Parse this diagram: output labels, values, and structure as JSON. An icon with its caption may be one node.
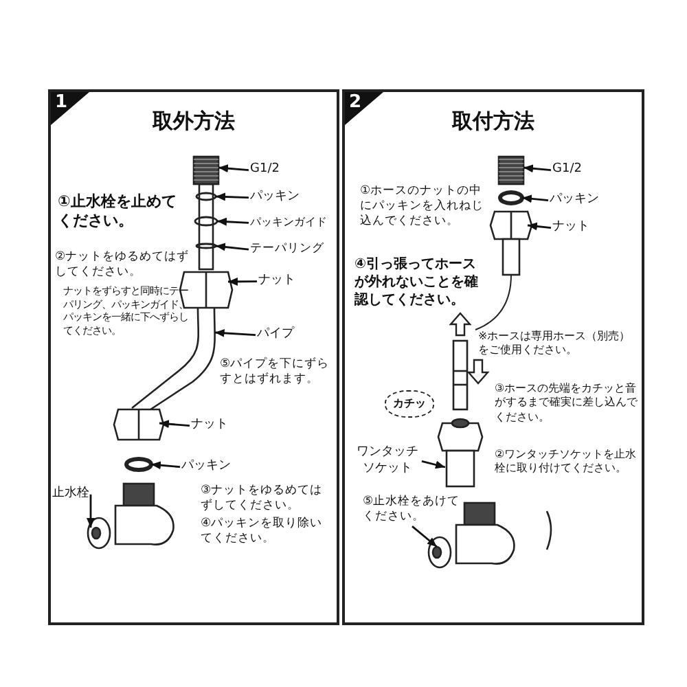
{
  "diagram": {
    "nodes": [
      {
        "text": [
          "1",
          "取外方法"
        ]
      },
      {
        "text": [
          "G1/2"
        ],
        "in": 0
      },
      {
        "text": [
          "パッキン"
        ],
        "in": 0
      },
      {
        "text": [
          "パッキンガイド"
        ],
        "in": 0
      },
      {
        "text": [
          "テーパリング"
        ],
        "in": 0
      },
      {
        "text": [
          "ナット"
        ],
        "in": 0
      },
      {
        "text": [
          "パイプ"
        ],
        "in": 0
      },
      {
        "text": [
          "ナット"
        ],
        "in": 0
      },
      {
        "text": [
          "パッキン"
        ],
        "in": 0
      },
      {
        "text": [
          "止水栓"
        ],
        "in": 0
      },
      {
        "text": [
          "2",
          "取付方法"
        ]
      },
      {
        "text": [
          "G1/2"
        ],
        "in": 10
      },
      {
        "text": [
          "パッキン"
        ],
        "in": 10
      },
      {
        "text": [
          "ナット"
        ],
        "in": 10
      },
      {
        "text": [
          "カチッ"
        ],
        "in": 10
      },
      {
        "text": [
          "ワンタッチソケット"
        ],
        "in": 10
      },
      {
        "text": [
          "⑤止水栓をあけてください。"
        ],
        "in": 10
      },
      {
        "text": [],
        "shape": "thread",
        "in": 0
      },
      {
        "text": [],
        "shape": "ring",
        "in": 0
      },
      {
        "text": [],
        "shape": "ring",
        "in": 0
      },
      {
        "text": [],
        "shape": "ring",
        "in": 0
      },
      {
        "text": [],
        "shape": "nut",
        "in": 0
      },
      {
        "text": [],
        "shape": "pipe",
        "in": 0
      },
      {
        "text": [],
        "shape": "nut",
        "in": 0
      },
      {
        "text": [],
        "shape": "ring",
        "in": 0
      },
      {
        "text": [],
        "shape": "valve",
        "in": 0
      },
      {
        "text": [],
        "shape": "thread",
        "in": 10
      },
      {
        "text": [],
        "shape": "ring",
        "in": 10
      },
      {
        "text": [],
        "shape": "nut",
        "in": 10
      },
      {
        "text": [],
        "shape": "socket",
        "in": 10
      },
      {
        "text": [],
        "shape": "valve",
        "in": 10
      }
    ],
    "edges": [
      {
        "from": 1,
        "to": 17,
        "arrow": "to"
      },
      {
        "from": 2,
        "to": 18,
        "arrow": "to"
      },
      {
        "from": 3,
        "to": 19,
        "arrow": "to"
      },
      {
        "from": 4,
        "to": 20,
        "arrow": "to"
      },
      {
        "from": 5,
        "to": 21,
        "arrow": "to"
      },
      {
        "from": 6,
        "to": 22,
        "arrow": "to"
      },
      {
        "from": 7,
        "to": 23,
        "arrow": "to"
      },
      {
        "from": 8,
        "to": 24,
        "arrow": "to"
      },
      {
        "from": 9,
        "to": 25,
        "arrow": "to"
      },
      {
        "from": 11,
        "to": 26,
        "arrow": "to"
      },
      {
        "from": 12,
        "to": 27,
        "arrow": "to"
      },
      {
        "from": 13,
        "to": 28,
        "arrow": "to"
      },
      {
        "from": 15,
        "to": 29,
        "arrow": "to"
      },
      {
        "from": 16,
        "to": 30,
        "arrow": "to"
      }
    ],
    "labels": [
      "①止水栓を止めてください。",
      "②ナットをゆるめてはずしてください。",
      "ナットをずらすと同時にテーパリング、パッキンガイド、パッキンを一緒に下へずらしてください。",
      "⑤パイプを下にずらすとはずれます。",
      "③ナットをゆるめてはずしてください。",
      "④パッキンを取り除いてください。",
      "①ホースのナットの中にパッキンを入れねじ込んでください。",
      "④引っ張ってホースが外れないことを確認してください。",
      "※ホースは専用ホース（別売）をご使用ください。",
      "③ホースの先端をカチッと音がするまで確実に差し込んでください。",
      "②ワンタッチソケットを止水栓に取り付けてください。"
    ]
  }
}
